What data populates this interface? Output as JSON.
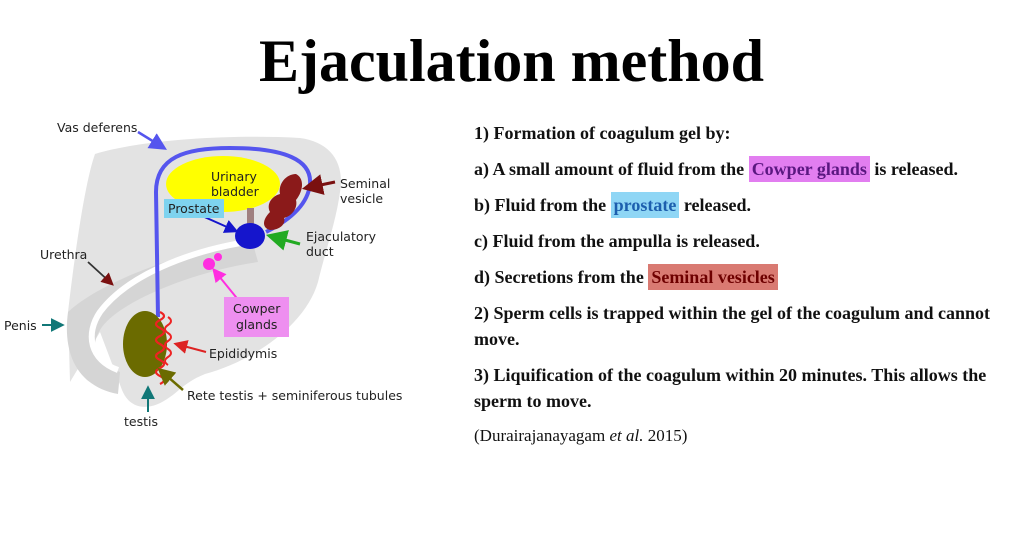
{
  "slide": {
    "title": "Ejaculation method"
  },
  "diagram": {
    "labels": {
      "vas_deferens": "Vas deferens",
      "urinary_bladder_1": "Urinary",
      "urinary_bladder_2": "bladder",
      "seminal_vesicle_1": "Seminal",
      "seminal_vesicle_2": "vesicle",
      "prostate": "Prostate",
      "ejaculatory_duct_1": "Ejaculatory",
      "ejaculatory_duct_2": "duct",
      "urethra": "Urethra",
      "cowper_glands_1": "Cowper",
      "cowper_glands_2": "glands",
      "penis": "Penis",
      "epididymis": "Epididymis",
      "rete_testis": "Rete testis + seminiferous tubules",
      "testis": "testis"
    }
  },
  "content": {
    "step1_heading": "1) Formation of coagulum gel by:",
    "step1a_prefix": "a) A small amount of fluid from the ",
    "step1a_highlight": "Cowper glands",
    "step1a_suffix": " is released.",
    "step1b_prefix": "b) Fluid from the ",
    "step1b_highlight": "prostate",
    "step1b_suffix": " released.",
    "step1c": "c) Fluid from the ampulla is released.",
    "step1d_prefix": "d) Secretions from the ",
    "step1d_highlight": "Seminal vesicles",
    "step2": "2) Sperm cells is trapped within the gel of the coagulum and cannot move.",
    "step3": "3) Liquification of the coagulum within 20 minutes. This allows the sperm to move.",
    "citation_author": "(Durairajanayagam ",
    "citation_etal": "et al.",
    "citation_year": " 2015)"
  },
  "colors": {
    "cowper_highlight": "#e27ef0",
    "prostate_highlight": "#8fd6f5",
    "seminal_highlight": "#d97a72",
    "vas_deferens": "#5555ee",
    "bladder": "#ffff00",
    "prostate": "#1515cc",
    "seminal_vesicle": "#8b1a1a",
    "testis": "#6b6b00",
    "cowper": "#ff2ee0",
    "epididymis": "#ee2222"
  }
}
